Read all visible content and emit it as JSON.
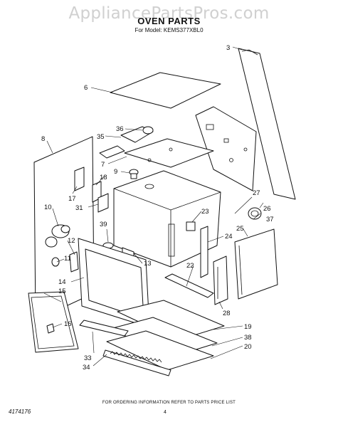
{
  "watermark": "AppliancePartsPros.com",
  "header": {
    "title": "OVEN PARTS",
    "subtitle": "For Model: KEMS377XBL0"
  },
  "footer": {
    "ordering_note": "FOR ORDERING INFORMATION REFER TO PARTS PRICE LIST",
    "page_number": "4",
    "document_number": "4174176"
  },
  "callouts": {
    "n3": "3",
    "n6": "6",
    "n36": "36",
    "n35": "35",
    "n8": "8",
    "n7": "7",
    "n9": "9",
    "n18": "18",
    "n17": "17",
    "n31": "31",
    "n10": "10",
    "n27": "27",
    "n26": "26",
    "n37": "37",
    "n23": "23",
    "n39": "39",
    "n24": "24",
    "n25": "25",
    "n12": "12",
    "n13": "13",
    "n11": "11",
    "n22": "22",
    "n14": "14",
    "n15": "15",
    "n16": "16",
    "n28": "28",
    "n19": "19",
    "n38": "38",
    "n20": "20",
    "n33": "33",
    "n34": "34"
  }
}
